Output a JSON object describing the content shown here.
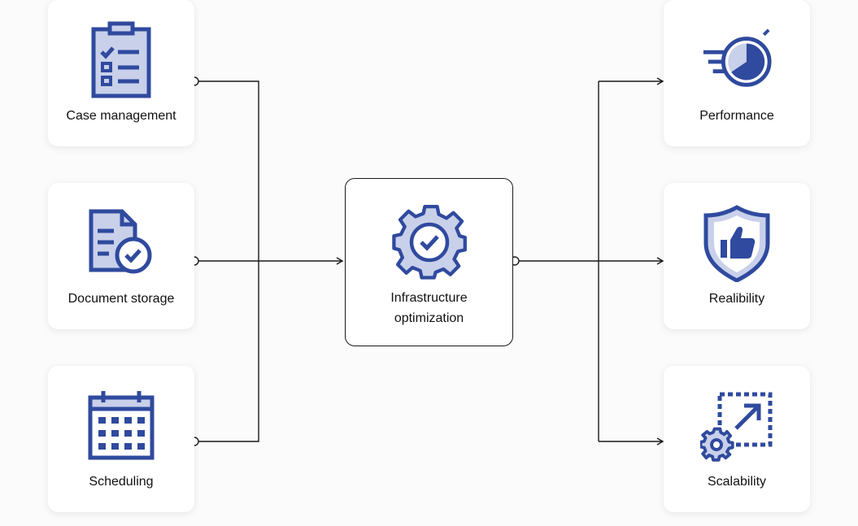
{
  "colors": {
    "accent": "#2f4a9e",
    "accent_light": "#c9d0ea",
    "line": "#1a1a1a"
  },
  "inputs": [
    {
      "label": "Case management",
      "icon": "clipboard-checklist-icon"
    },
    {
      "label": "Document storage",
      "icon": "document-check-icon"
    },
    {
      "label": "Scheduling",
      "icon": "calendar-icon"
    }
  ],
  "center": {
    "line1": "Infrastructure",
    "line2": "optimization",
    "icon": "gear-check-icon"
  },
  "outputs": [
    {
      "label": "Performance",
      "icon": "stopwatch-speed-icon"
    },
    {
      "label": "Realibility",
      "icon": "shield-thumbs-up-icon"
    },
    {
      "label": "Scalability",
      "icon": "gear-expand-icon"
    }
  ]
}
